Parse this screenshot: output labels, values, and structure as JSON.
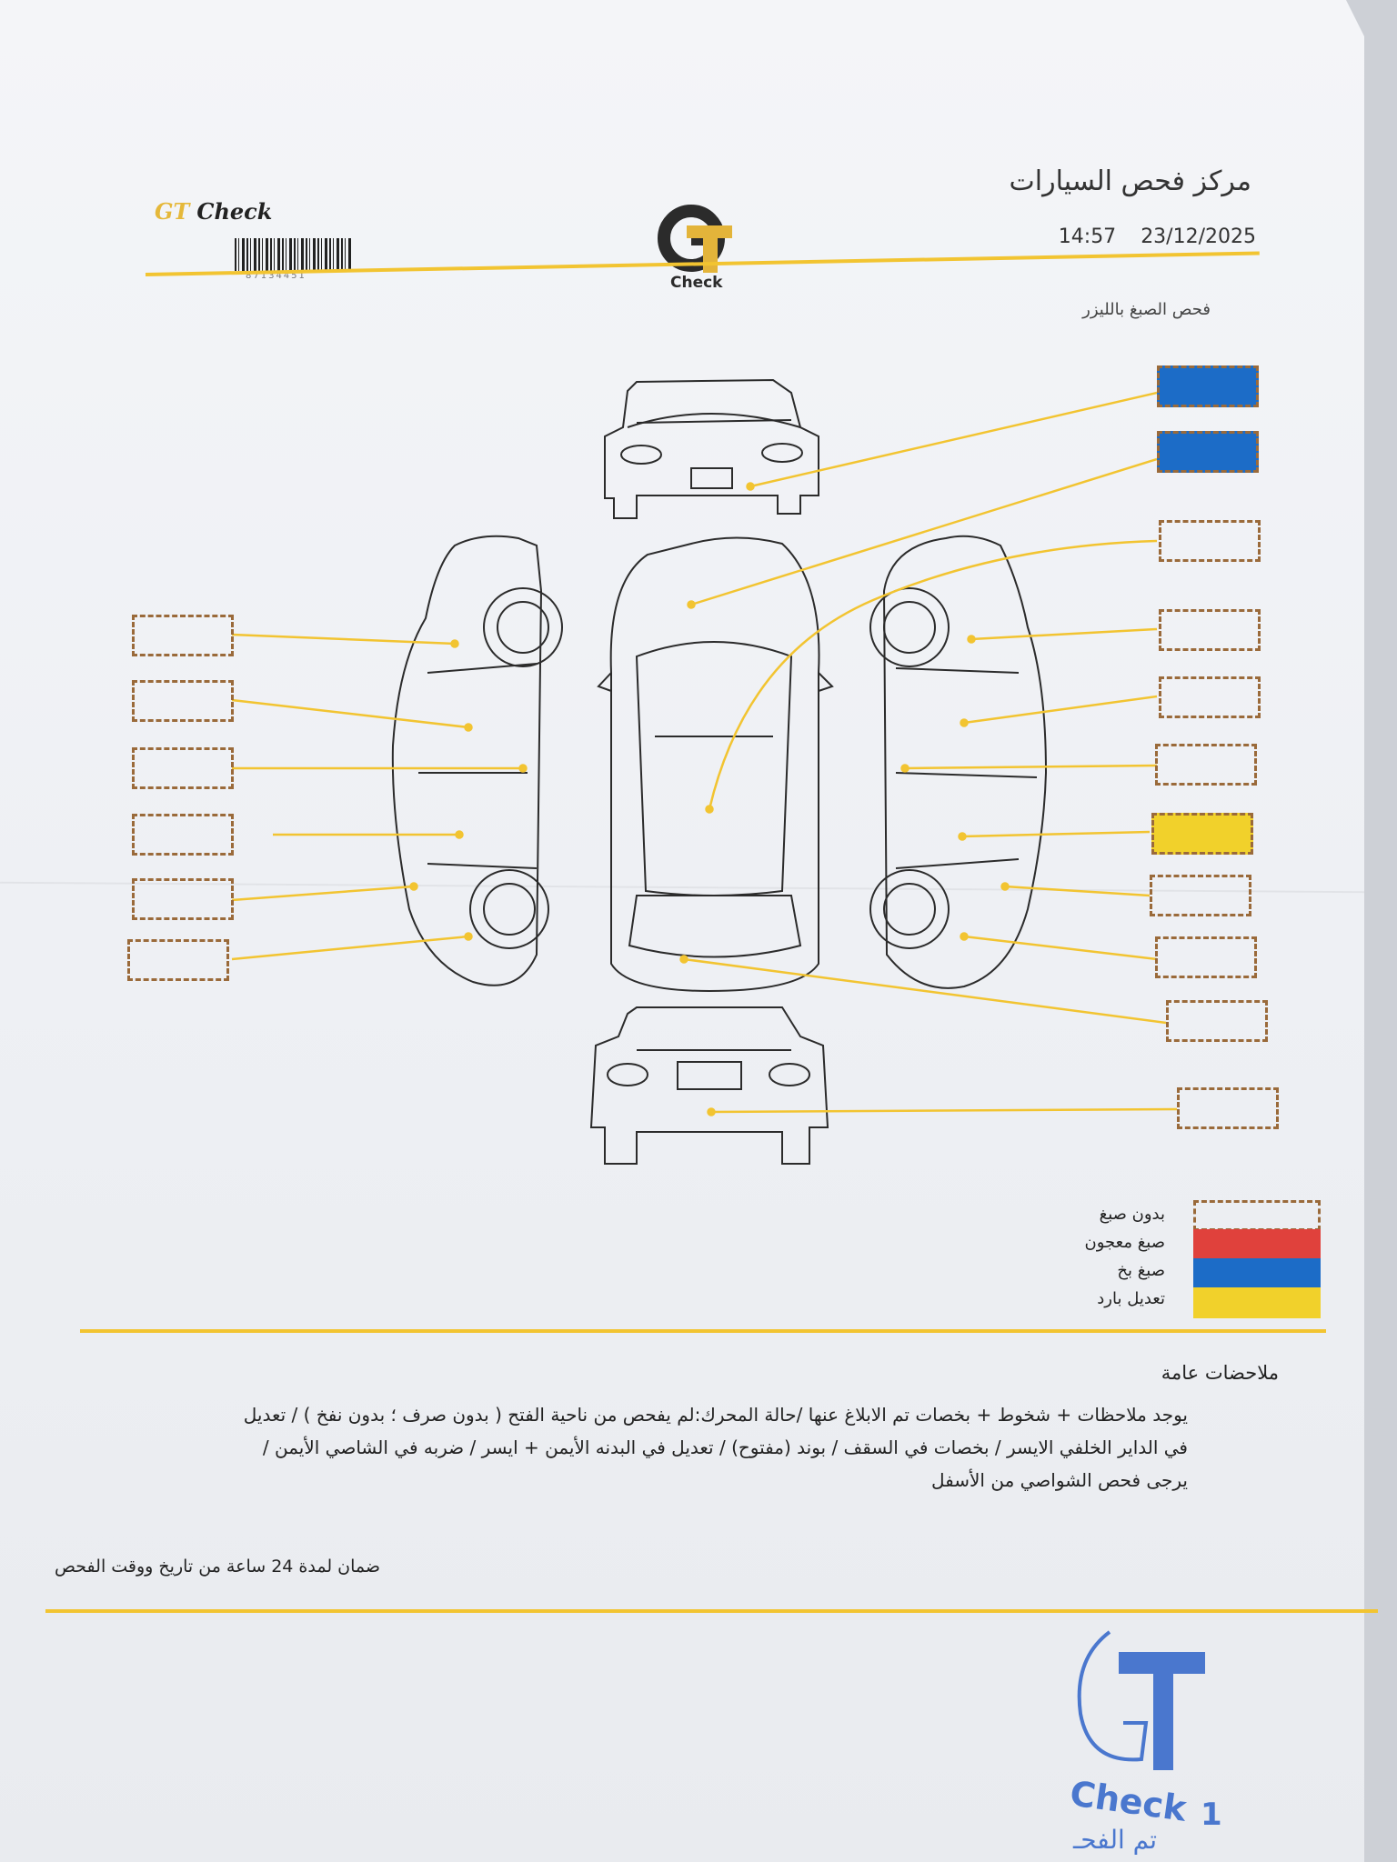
{
  "header": {
    "center_name": "مركز فحص السيارات",
    "date": "23/12/2025",
    "time": "14:57",
    "brand_gt": "GT",
    "brand_check": "Check",
    "logo_word": "Check",
    "barcode_number": "87134451"
  },
  "section_title": "فحص الصبغ بالليزر",
  "panel_status": {
    "right": [
      "blue",
      "blue",
      "none",
      "none",
      "none",
      "none",
      "yellow",
      "none",
      "none",
      "none",
      "none"
    ],
    "left": [
      "none",
      "none",
      "none",
      "none",
      "none",
      "none"
    ]
  },
  "legend": [
    {
      "label": "بدون صبغ",
      "color": "none"
    },
    {
      "label": "صبغ معجون",
      "color": "#e0413c"
    },
    {
      "label": "صبغ بخ",
      "color": "#1c6cc7"
    },
    {
      "label": "تعديل بارد",
      "color": "#f1d12b"
    }
  ],
  "colors": {
    "accent": "#f2c431",
    "blue": "#1c6cc7",
    "yellow": "#f1d12b",
    "red": "#e0413c",
    "stamp": "#2f63c9"
  },
  "notes": {
    "heading": "ملاحضات عامة",
    "body": "يوجد ملاحظات + شخوط + بخصات تم الابلاغ عنها /حالة المحرك:لم يفحص من ناحية الفتح ( بدون صرف ؛ بدون نفخ ) / تعديل في الداير الخلفي الايسر / بخصات في السقف / بوند (مفتوح) / تعديل في البدنه الأيمن + ايسر / ضربه في الشاصي الأيمن / يرجى فحص الشواصي من الأسفل"
  },
  "warranty": "ضمان لمدة 24 ساعة من تاريخ ووقت الفحص",
  "stamp": {
    "word": "Check",
    "number": "1",
    "arabic": "تم الفحـ"
  }
}
